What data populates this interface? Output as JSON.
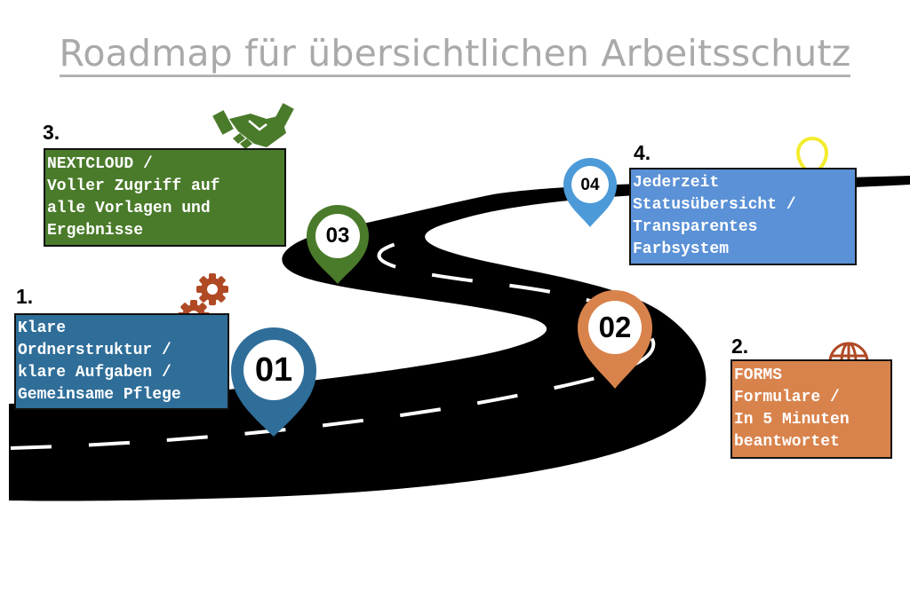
{
  "title": "Roadmap für übersichtlichen Arbeitsschutz",
  "colors": {
    "green": "#4a7b2a",
    "blue": "#2f6e99",
    "light_blue": "#5b91d6",
    "orange": "#d9834c",
    "title_gray": "#a9a9a9",
    "road": "#000000",
    "bulb_yellow": "#f3ec2f"
  },
  "steps": [
    {
      "number": "1.",
      "pin": "01",
      "lines": [
        "Klare",
        "Ordnerstruktur /",
        "klare Aufgaben /",
        "Gemeinsame Pflege"
      ],
      "icon": "gears-icon"
    },
    {
      "number": "2.",
      "pin": "02",
      "lines": [
        "FORMS",
        "Formulare /",
        "In 5 Minuten",
        "beantwortet"
      ],
      "icon": "globe-icon"
    },
    {
      "number": "3.",
      "pin": "03",
      "lines": [
        "NEXTCLOUD /",
        "Voller Zugriff auf",
        "alle Vorlagen und",
        "Ergebnisse"
      ],
      "icon": "handshake-icon"
    },
    {
      "number": "4.",
      "pin": "04",
      "lines": [
        "Jederzeit",
        "Statusübersicht /",
        "Transparentes",
        "Farbsystem"
      ],
      "icon": "lightbulb-icon"
    }
  ]
}
